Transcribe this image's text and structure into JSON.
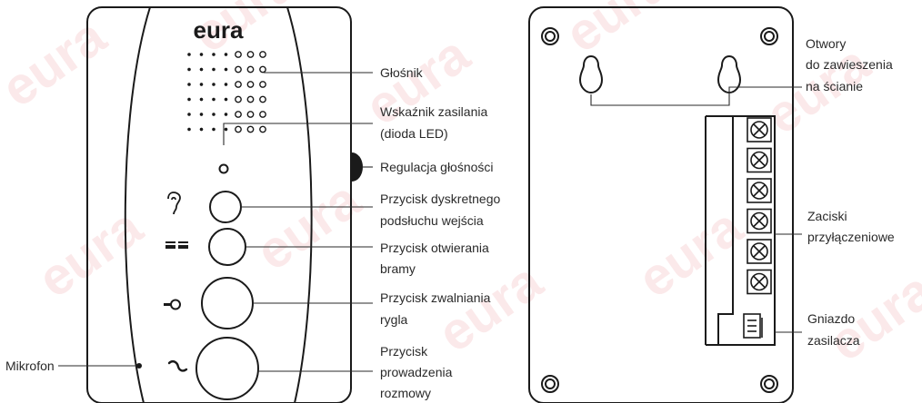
{
  "brand": {
    "logo_text": "eura",
    "watermark_text": "eura"
  },
  "front_labels": {
    "speaker": "Głośnik",
    "power_indicator": [
      "Wskaźnik zasilania",
      "(dioda LED)"
    ],
    "volume": "Regulacja głośności",
    "monitor_button": [
      "Przycisk dyskretnego",
      "podsłuchu wejścia"
    ],
    "gate_button": [
      "Przycisk otwierania",
      "bramy"
    ],
    "lock_button": [
      "Przycisk zwalniania",
      "rygla"
    ],
    "talk_button": [
      "Przycisk",
      "prowadzenia",
      "rozmowy"
    ],
    "microphone": "Mikrofon"
  },
  "back_labels": {
    "mount_holes": [
      "Otwory",
      "do zawieszenia",
      "na ścianie"
    ],
    "terminals": [
      "Zaciski",
      "przyłączeniowe"
    ],
    "power_socket": [
      "Gniazdo",
      "zasilacza"
    ]
  },
  "colors": {
    "stroke": "#1a1a1a",
    "text": "#2a2a2a",
    "watermark": "#fbe9ea"
  },
  "icons": {
    "monitor": "ear-icon",
    "gate": "gate-icon",
    "lock": "key-icon",
    "talk": "handset-icon"
  }
}
